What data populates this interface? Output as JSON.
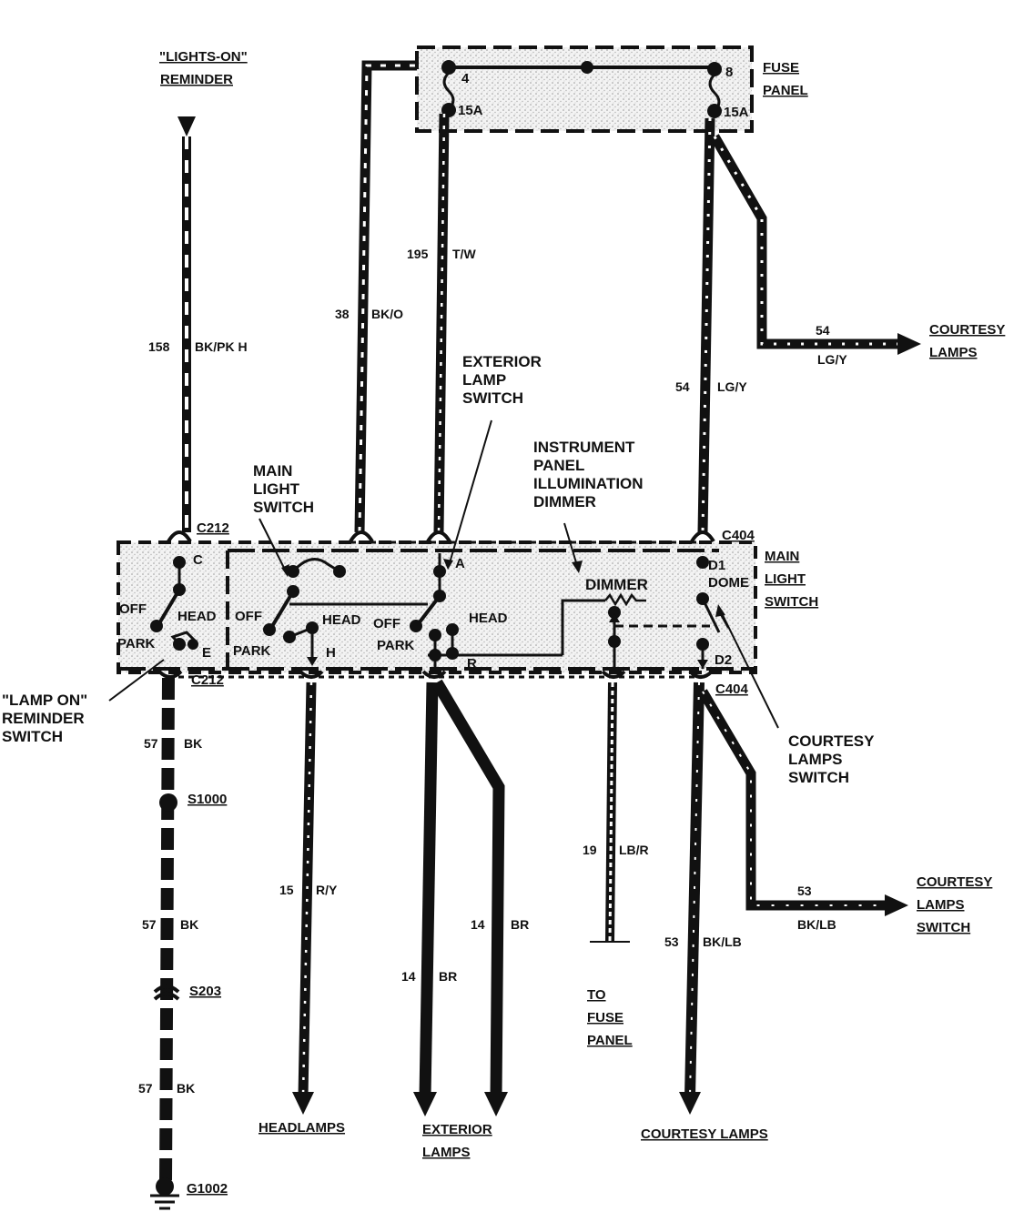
{
  "labels": {
    "lights_on_reminder": [
      "\"LIGHTS-ON\"",
      "REMINDER"
    ],
    "fuse_panel": [
      "FUSE",
      "PANEL"
    ],
    "fuse4": "4",
    "fuse8": "8",
    "fuse4_rating": "15A",
    "fuse8_rating": "15A",
    "exterior_lamp_switch": [
      "EXTERIOR",
      "LAMP",
      "SWITCH"
    ],
    "main_light_switch_callout": [
      "MAIN",
      "LIGHT",
      "SWITCH"
    ],
    "ip_dimmer": [
      "INSTRUMENT",
      "PANEL",
      "ILLUMINATION",
      "DIMMER"
    ],
    "main_light_switch_box": [
      "MAIN",
      "LIGHT",
      "SWITCH"
    ],
    "courtesy_lamps_top": [
      "COURTESY",
      "LAMPS"
    ],
    "courtesy_lamps_switch": [
      "COURTESY",
      "LAMPS",
      "SWITCH"
    ],
    "courtesy_lamps_switch_out": [
      "COURTESY",
      "LAMPS",
      "SWITCH"
    ],
    "lamp_on_reminder_switch": [
      "\"LAMP ON\"",
      "REMINDER",
      "SWITCH"
    ],
    "to_fuse_panel": [
      "TO",
      "FUSE",
      "PANEL"
    ],
    "headlamps": "HEADLAMPS",
    "exterior_lamps": [
      "EXTERIOR",
      "LAMPS"
    ],
    "courtesy_lamps_bottom": "COURTESY LAMPS"
  },
  "connectors": {
    "c212_top": "C212",
    "c212_bottom": "C212",
    "c404_top": "C404",
    "c404_bottom": "C404",
    "s1000": "S1000",
    "s203": "S203",
    "g1002": "G1002"
  },
  "switch_terms": {
    "c": "C",
    "e": "E",
    "a": "A",
    "h": "H",
    "r": "R",
    "d1": "D1",
    "d2": "D2",
    "dome": "DOME",
    "dimmer": "DIMMER",
    "off1": "OFF",
    "head1": "HEAD",
    "park1": "PARK",
    "off2": "OFF",
    "head2": "HEAD",
    "park2": "PARK",
    "off3": "OFF",
    "head3": "HEAD",
    "park3": "PARK"
  },
  "wires": {
    "w158_num": "158",
    "w158_color": "BK/PK H",
    "w38_num": "38",
    "w38_color": "BK/O",
    "w195_num": "195",
    "w195_color": "T/W",
    "w54a_num": "54",
    "w54a_color": "LG/Y",
    "w54b_num": "54",
    "w54b_color": "LG/Y",
    "w57a_num": "57",
    "w57a_color": "BK",
    "w57b_num": "57",
    "w57b_color": "BK",
    "w57c_num": "57",
    "w57c_color": "BK",
    "w15_num": "15",
    "w15_color": "R/Y",
    "w14a_num": "14",
    "w14a_color": "BR",
    "w14b_num": "14",
    "w14b_color": "BR",
    "w19_num": "19",
    "w19_color": "LB/R",
    "w53a_num": "53",
    "w53a_color": "BK/LB",
    "w53b_num": "53",
    "w53b_color": "BK/LB"
  }
}
